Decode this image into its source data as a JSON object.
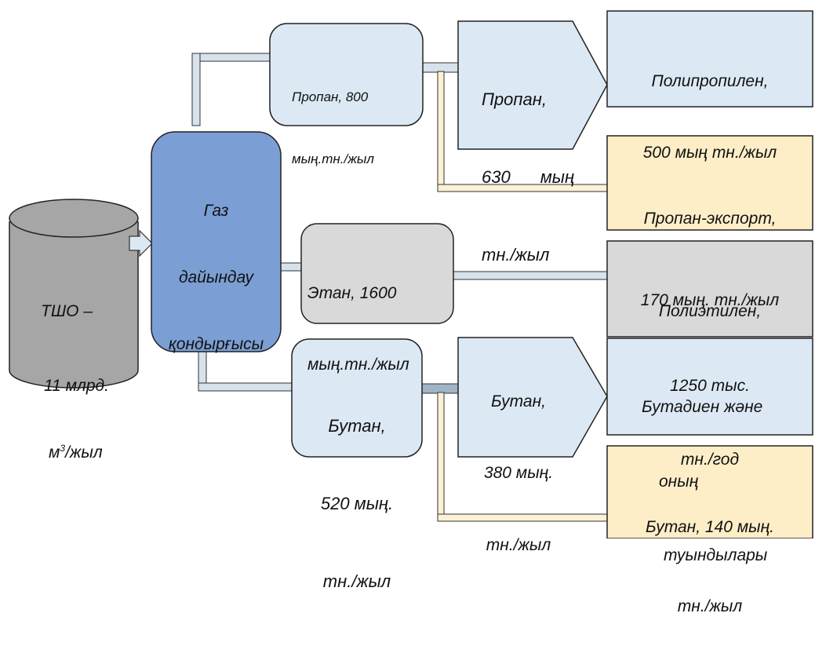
{
  "source": {
    "line1": "ТШО –",
    "line2": "11 млрд.",
    "unit_base": "м",
    "unit_sup": "3",
    "unit_rest": "/жыл"
  },
  "plant": {
    "line1": "Газ",
    "line2": "дайындау",
    "line3": "қондырғысы"
  },
  "propane": {
    "line1": "Пропан, 800",
    "line2": "мың.тн./жыл"
  },
  "propane_split": {
    "line1": "Пропан,",
    "line2a": "630",
    "line2b": "мың",
    "line3": "тн./жыл"
  },
  "polypropylene": {
    "line1": "Полипропилен,",
    "line2": "500 мың тн./жыл"
  },
  "propane_export": {
    "line1": "Пропан-экспорт,",
    "line2": "170 мың. тн./жыл"
  },
  "ethane": {
    "line1": "Этан, 1600",
    "line2": "мың.тн./жыл"
  },
  "polyethylene": {
    "line1": "Полиэтилен,",
    "line2": "1250 тыс.",
    "line3": "тн./год"
  },
  "butane": {
    "line1": "Бутан,",
    "line2": "520 мың.",
    "line3": "тн./жыл"
  },
  "butane_split": {
    "line1": "Бутан,",
    "line2": "380 мың.",
    "line3": "тн./жыл"
  },
  "butadiene": {
    "line1": "Бутадиен және",
    "line2": "оның",
    "line3": "туындылары"
  },
  "butane_export": {
    "line1": "Бутан, 140 мың.",
    "line2": "тн./жыл"
  },
  "colors": {
    "light_blue": "#dce9f5",
    "plant_blue": "#7b9fd4",
    "gray": "#a6a6a6",
    "light_gray": "#d9d9d9",
    "cream": "#fdeec8",
    "pipe_blue": "#d6e2ec",
    "pipe_cream": "#fdf1d6"
  }
}
